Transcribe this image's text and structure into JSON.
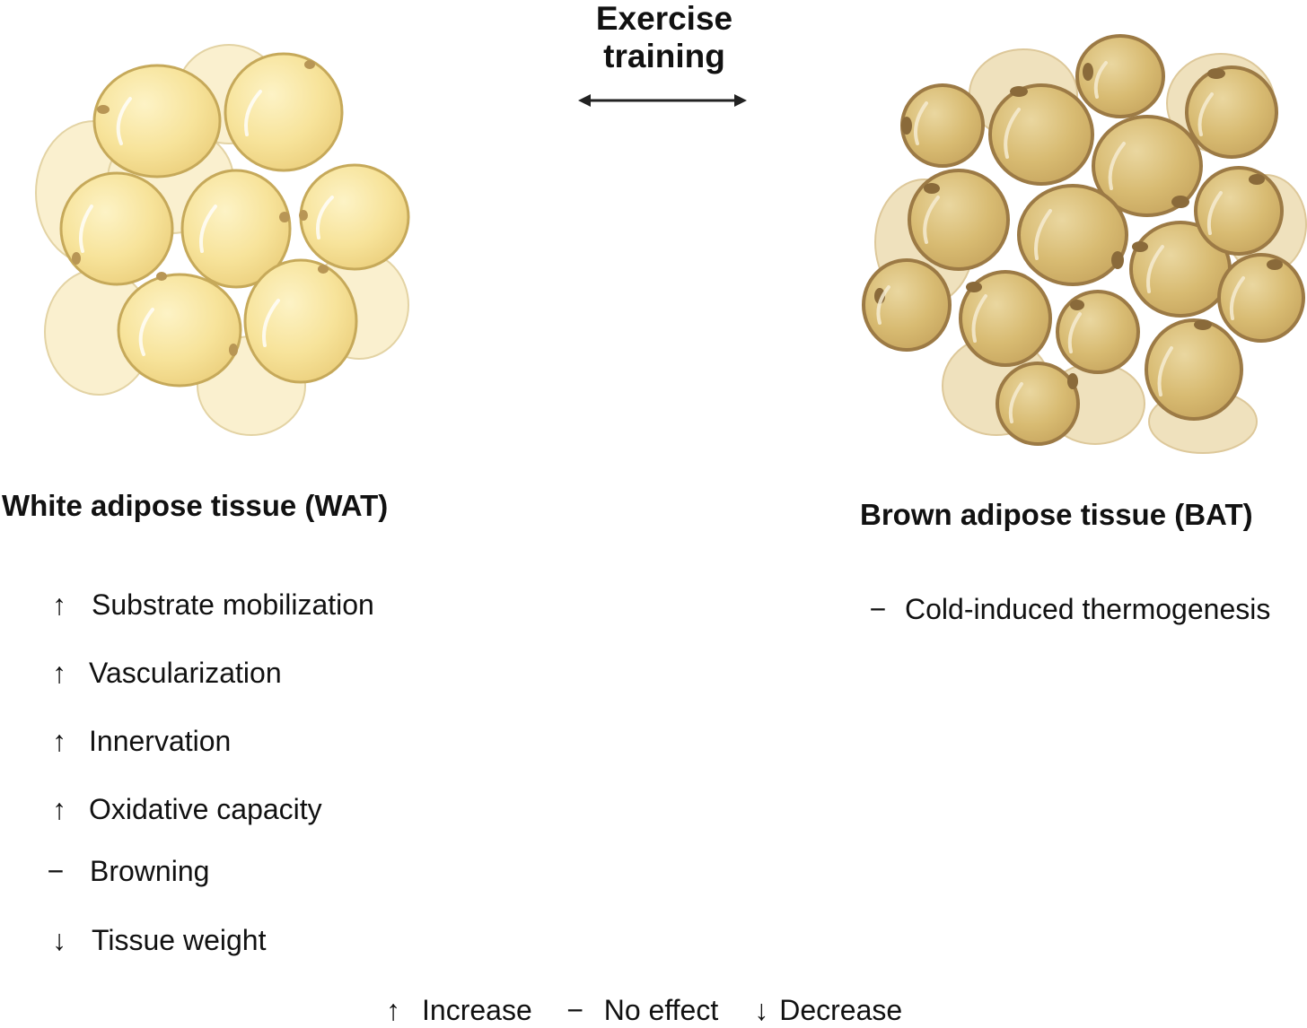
{
  "center": {
    "title_line1": "Exercise",
    "title_line2": "training"
  },
  "wat": {
    "title": "White adipose tissue (WAT)",
    "effects": [
      {
        "symbol": "↑",
        "label": "Substrate mobilization"
      },
      {
        "symbol": "↑",
        "label": "Vascularization"
      },
      {
        "symbol": "↑",
        "label": "Innervation"
      },
      {
        "symbol": "↑",
        "label": "Oxidative capacity"
      },
      {
        "symbol": "−",
        "label": "Browning"
      },
      {
        "symbol": "↓",
        "label": "Tissue weight"
      }
    ]
  },
  "bat": {
    "title": "Brown adipose tissue (BAT)",
    "effects": [
      {
        "symbol": "−",
        "label": "Cold-induced thermogenesis"
      }
    ]
  },
  "legend": [
    {
      "symbol": "↑",
      "label": "Increase"
    },
    {
      "symbol": "−",
      "label": "No effect"
    },
    {
      "symbol": "↓",
      "label": "Decrease"
    }
  ],
  "colors": {
    "wat_cell_fill": "#f7e39a",
    "wat_cell_stroke": "#c6a95a",
    "wat_back_fill": "#faf0cf",
    "bat_cell_fill": "#d8bb72",
    "bat_cell_stroke": "#9c7a45",
    "bat_back_fill": "#efe1bd",
    "nucleus": "#8a6a3a",
    "text": "#111111"
  }
}
